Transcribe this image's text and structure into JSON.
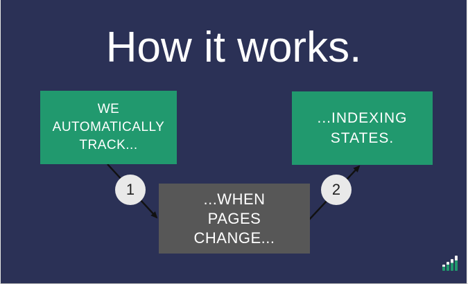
{
  "title": "How it works.",
  "flow": {
    "boxes": [
      {
        "id": "track",
        "text": "WE\nAUTOMATICALLY\nTRACK...",
        "color": "#21996e"
      },
      {
        "id": "when-pages-change",
        "text": "...WHEN\nPAGES\nCHANGE...",
        "color": "#575757"
      },
      {
        "id": "indexing-states",
        "text": "...INDEXING\nSTATES.",
        "color": "#21996e"
      }
    ],
    "connectors": [
      {
        "label": "1"
      },
      {
        "label": "2"
      }
    ]
  },
  "footer": {
    "logo_icon": "bar-chart-icon"
  },
  "colors": {
    "background": "#2b3156",
    "box_green": "#21996e",
    "box_gray": "#575757",
    "text": "#ffffff",
    "arrow": "#111111",
    "badge_fill": "#e9e9e9",
    "badge_text": "#1f1f1f",
    "logo_green": "#21996e",
    "logo_white": "#f2f2f2"
  }
}
